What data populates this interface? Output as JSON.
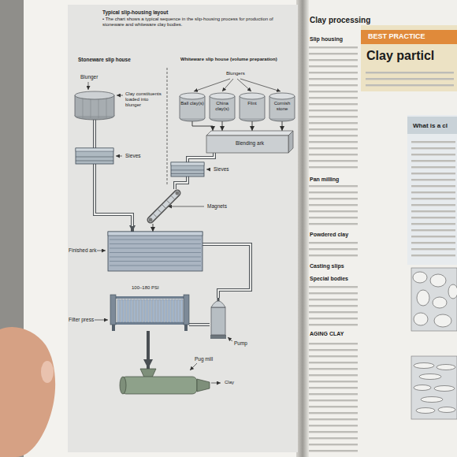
{
  "diagram": {
    "title": "Typical slip-housing layout",
    "caption": "• The chart shows a typical sequence in the slip-housing process for production of stoneware and whiteware clay bodies.",
    "nodes": [
      {
        "text": [
          "Blunger"
        ]
      },
      {
        "text": [
          "Ball clay(s)"
        ]
      },
      {
        "text": [
          "China clay(s)"
        ]
      },
      {
        "text": [
          "Flint"
        ]
      },
      {
        "text": [
          "Cornish stone"
        ]
      },
      {
        "text": [
          "Blending ark"
        ]
      },
      {
        "text": [
          "Sieves"
        ]
      },
      {
        "text": [
          "Sieves"
        ]
      },
      {
        "text": [
          "Magnets"
        ]
      },
      {
        "text": [
          "Finished ark"
        ]
      },
      {
        "text": [
          "Filter press"
        ]
      },
      {
        "text": [
          "Pump"
        ]
      },
      {
        "text": [
          "Pug mill"
        ]
      }
    ],
    "edges": [
      {
        "from": 0,
        "to": 6,
        "arrow": "none"
      },
      {
        "from": 1,
        "to": 5,
        "arrow": "to"
      },
      {
        "from": 2,
        "to": 5,
        "arrow": "to"
      },
      {
        "from": 3,
        "to": 5,
        "arrow": "to"
      },
      {
        "from": 4,
        "to": 5,
        "arrow": "to"
      },
      {
        "from": 5,
        "to": 7,
        "arrow": "none"
      },
      {
        "from": 6,
        "to": 9,
        "arrow": "to"
      },
      {
        "from": 7,
        "to": 8,
        "arrow": "none"
      },
      {
        "from": 8,
        "to": 9,
        "arrow": "to"
      },
      {
        "from": 9,
        "to": 11,
        "arrow": "none"
      },
      {
        "from": 11,
        "to": 10,
        "arrow": "none"
      },
      {
        "from": 10,
        "to": 12,
        "arrow": "to"
      }
    ],
    "labels": [
      "Stoneware slip house",
      "Whiteware slip house (volume preparation)",
      "Clay constituents loaded into blunger",
      "Blungers",
      "100–180 PSI",
      "Clay",
      "Clay processing",
      "Slip housing",
      "Pan milling",
      "Powdered clay",
      "Casting slips",
      "Special bodies",
      "AGING CLAY",
      "BEST PRACTICE",
      "Clay particl",
      "What is a cl"
    ]
  }
}
